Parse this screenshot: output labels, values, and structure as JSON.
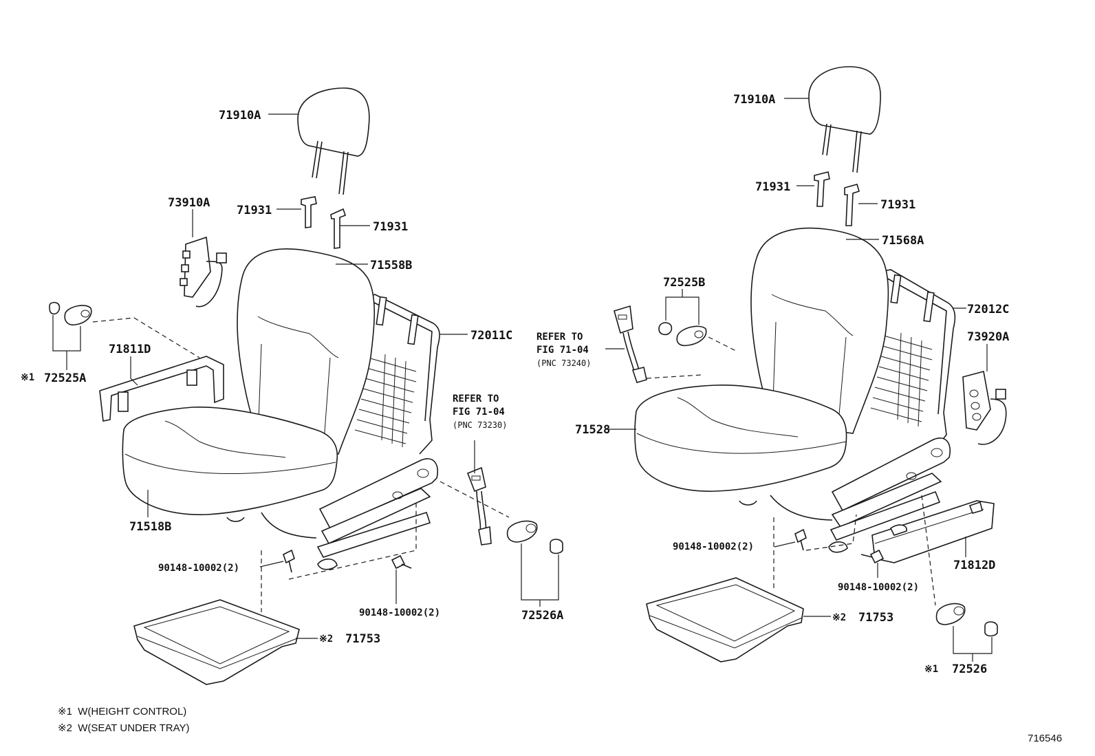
{
  "left_seat": {
    "headrest": "71910A",
    "headrest_guide_1": "71931",
    "headrest_guide_2": "71931",
    "switch": "73910A",
    "back_cover": "71558B",
    "back_frame": "72011C",
    "cover_cap_mark": "※1",
    "cover_cap": "72525A",
    "side_shield": "71811D",
    "cushion": "71518B",
    "belt_ref_1": "REFER TO",
    "belt_ref_2": "FIG 71-04",
    "belt_pnc": "(PNC 73230)",
    "bolt_1": "90148-10002(2)",
    "bolt_2": "90148-10002(2)",
    "knob_cap": "72526A",
    "tray_mark": "※2",
    "tray": "71753"
  },
  "right_seat": {
    "headrest": "71910A",
    "headrest_guide_1": "71931",
    "headrest_guide_2": "71931",
    "back_cover": "71568A",
    "cover_cap": "72525B",
    "back_frame": "72012C",
    "switch": "73920A",
    "belt_ref_1": "REFER TO",
    "belt_ref_2": "FIG 71-04",
    "belt_pnc": "(PNC 73240)",
    "cushion": "71528",
    "bolt_1": "90148-10002(2)",
    "bolt_2": "90148-10002(2)",
    "side_shield": "71812D",
    "tray_mark": "※2",
    "tray": "71753",
    "knob_cap_mark": "※1",
    "knob_cap": "72526"
  },
  "notes": [
    "※1  W(HEIGHT CONTROL)",
    "※2  W(SEAT UNDER TRAY)"
  ],
  "figure_id": "716546"
}
